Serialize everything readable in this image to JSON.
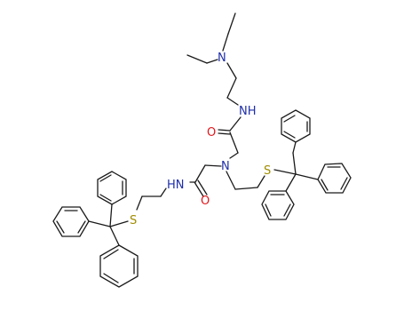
{
  "molecule": {
    "atoms": {
      "n_diethyl": "N",
      "nh_top": "NH",
      "o_top": "O",
      "n_central": "N",
      "s_right": "S",
      "hn_left": "HN",
      "o_left": "O",
      "s_left": "S"
    },
    "colors": {
      "carbon_bond": "#1a1a1a",
      "nitrogen": "#1f2fa8",
      "oxygen": "#e0161b",
      "sulfur": "#a08c00"
    }
  }
}
